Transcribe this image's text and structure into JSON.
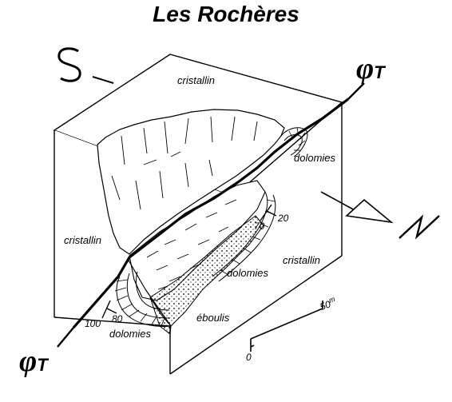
{
  "title": "Les Rochères",
  "labels": {
    "cristallin_top": "cristallin",
    "cristallin_left": "cristallin",
    "cristallin_right": "cristallin",
    "dolomies_upper": "dolomies",
    "dolomies_middle": "dolomies",
    "dolomies_lower": "dolomies",
    "eboulis": "éboulis"
  },
  "fault": {
    "symbol": "φ",
    "subscript": "T"
  },
  "structural": {
    "strike_right": "70",
    "dip_right": "20",
    "strike_left": "100",
    "dip_left": "80"
  },
  "scale": {
    "value": "50",
    "unit": "m",
    "origin": "0"
  },
  "orientation": {
    "south": "S",
    "north": "N"
  }
}
